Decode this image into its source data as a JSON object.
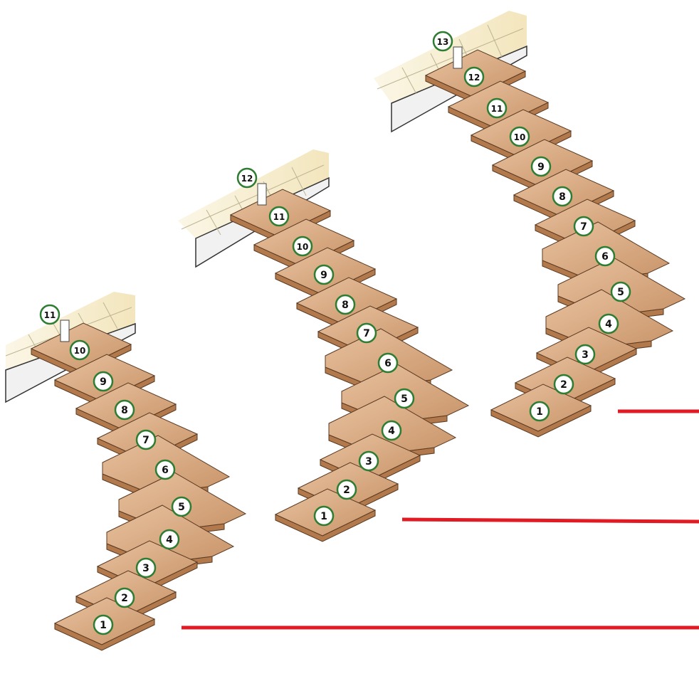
{
  "staircases": [
    {
      "id": "left",
      "steps": [
        "1",
        "2",
        "3",
        "4",
        "5",
        "6",
        "7",
        "8",
        "9",
        "10",
        "11"
      ]
    },
    {
      "id": "middle",
      "steps": [
        "1",
        "2",
        "3",
        "4",
        "5",
        "6",
        "7",
        "8",
        "9",
        "10",
        "11",
        "12"
      ]
    },
    {
      "id": "right",
      "steps": [
        "1",
        "2",
        "3",
        "4",
        "5",
        "6",
        "7",
        "8",
        "9",
        "10",
        "11",
        "12",
        "13"
      ]
    }
  ],
  "colors": {
    "tread_top": "#dcae86",
    "tread_side": "#b27a4c",
    "tread_outline": "#5a3a22",
    "floor": "#f6ecc8",
    "floor_grid": "#bdb593",
    "marker_ring": "#2e7d32",
    "marker_fill": "#ffffff",
    "red_line": "#e01b24"
  }
}
